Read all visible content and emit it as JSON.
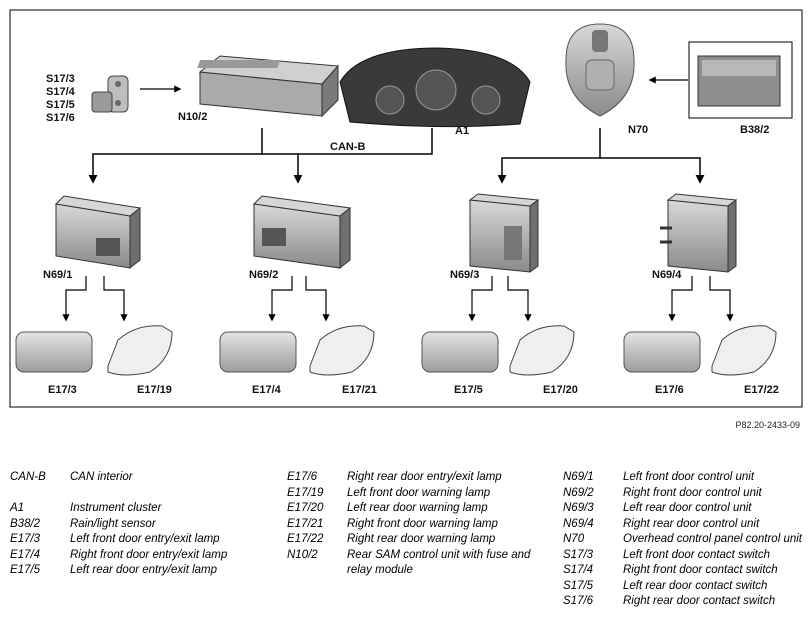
{
  "labels": {
    "switches": [
      "S17/3",
      "S17/4",
      "S17/5",
      "S17/6"
    ],
    "sam": "N10/2",
    "cluster": "A1",
    "bus": "CAN-B",
    "overhead": "N70",
    "sensor": "B38/2",
    "units": [
      "N69/1",
      "N69/2",
      "N69/3",
      "N69/4"
    ],
    "entry_lamps": [
      "E17/3",
      "E17/4",
      "E17/5",
      "E17/6"
    ],
    "warning_lamps": [
      "E17/19",
      "E17/21",
      "E17/20",
      "E17/22"
    ]
  },
  "figure_id": "P82.20-2433-09",
  "legend": {
    "col1": [
      {
        "code": "CAN-B",
        "desc": "CAN interior"
      },
      {
        "code": "",
        "desc": ""
      },
      {
        "code": "A1",
        "desc": "Instrument cluster"
      },
      {
        "code": "B38/2",
        "desc": "Rain/light sensor"
      },
      {
        "code": "E17/3",
        "desc": "Left front door entry/exit lamp"
      },
      {
        "code": "E17/4",
        "desc": "Right front door entry/exit lamp"
      },
      {
        "code": "E17/5",
        "desc": "Left rear door entry/exit lamp"
      }
    ],
    "col2": [
      {
        "code": "E17/6",
        "desc": "Right rear door entry/exit lamp"
      },
      {
        "code": "E17/19",
        "desc": "Left front door warning lamp"
      },
      {
        "code": "E17/20",
        "desc": "Left rear door warning lamp"
      },
      {
        "code": "E17/21",
        "desc": "Right front door warning lamp"
      },
      {
        "code": "E17/22",
        "desc": "Right rear door warning lamp"
      },
      {
        "code": "N10/2",
        "desc": "Rear SAM control unit with fuse and relay module"
      }
    ],
    "col3": [
      {
        "code": "N69/1",
        "desc": "Left front door control unit"
      },
      {
        "code": "N69/2",
        "desc": "Right front door control unit"
      },
      {
        "code": "N69/3",
        "desc": "Left rear door control unit"
      },
      {
        "code": "N69/4",
        "desc": "Right rear door control unit"
      },
      {
        "code": "N70",
        "desc": "Overhead control panel control unit"
      },
      {
        "code": "S17/3",
        "desc": "Left front door contact switch"
      },
      {
        "code": "S17/4",
        "desc": "Right front door contact switch"
      },
      {
        "code": "S17/5",
        "desc": "Left rear door contact switch"
      },
      {
        "code": "S17/6",
        "desc": "Right rear door contact switch"
      }
    ]
  }
}
